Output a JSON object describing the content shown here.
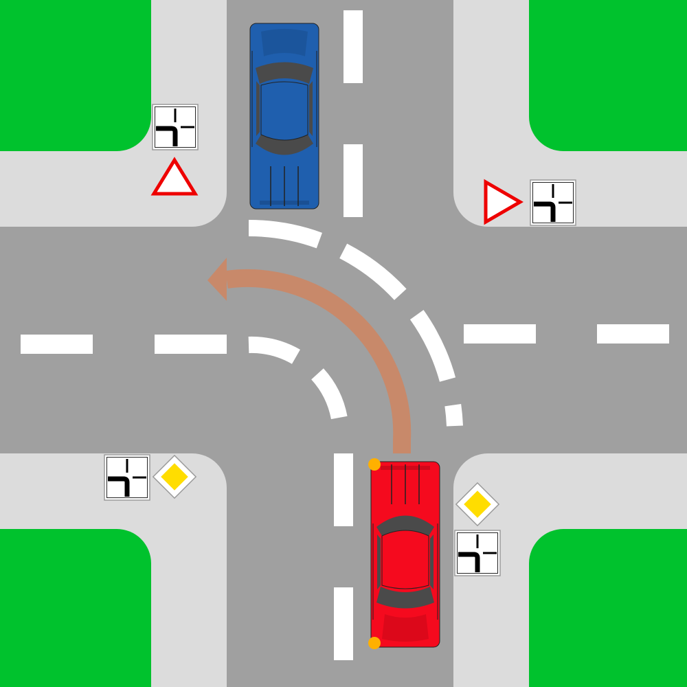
{
  "scene": {
    "type": "road-intersection",
    "colors": {
      "road": "#a0a0a0",
      "sidewalk": "#dcdcdc",
      "grass": "#00c22d",
      "lane_marking": "#ffffff",
      "turn_arrow": "#c8896a",
      "car_red": "#f50a1e",
      "car_blue": "#1f5fae",
      "indicator": "#ffb000",
      "sign_red": "#ee0000",
      "sign_yellow": "#ffdd00"
    },
    "vehicles": [
      {
        "id": "car-blue",
        "color": "blue",
        "heading": "south"
      },
      {
        "id": "car-red",
        "color": "red",
        "heading": "north",
        "indicator": "left",
        "path": "turn-left"
      }
    ],
    "signs": [
      {
        "id": "north-west",
        "icons": [
          "priority-road-layout-icon",
          "yield-icon"
        ]
      },
      {
        "id": "north-east",
        "icons": [
          "yield-icon",
          "priority-road-layout-icon"
        ]
      },
      {
        "id": "south-west",
        "icons": [
          "priority-road-layout-icon",
          "priority-road-icon"
        ]
      },
      {
        "id": "south-east",
        "icons": [
          "priority-road-icon",
          "priority-road-layout-icon"
        ]
      }
    ]
  }
}
